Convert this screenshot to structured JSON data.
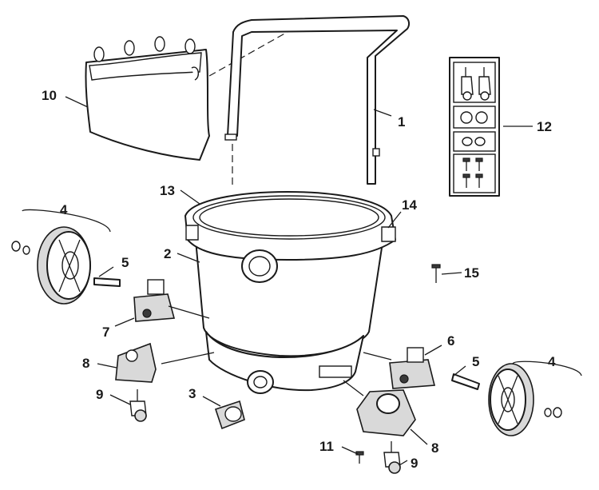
{
  "diagram": {
    "callouts": [
      {
        "id": "c1",
        "label": "1"
      },
      {
        "id": "c2",
        "label": "2"
      },
      {
        "id": "c3",
        "label": "3"
      },
      {
        "id": "c4a",
        "label": "4"
      },
      {
        "id": "c4b",
        "label": "4"
      },
      {
        "id": "c5a",
        "label": "5"
      },
      {
        "id": "c5b",
        "label": "5"
      },
      {
        "id": "c6",
        "label": "6"
      },
      {
        "id": "c7",
        "label": "7"
      },
      {
        "id": "c8a",
        "label": "8"
      },
      {
        "id": "c8b",
        "label": "8"
      },
      {
        "id": "c9a",
        "label": "9"
      },
      {
        "id": "c9b",
        "label": "9"
      },
      {
        "id": "c10",
        "label": "10"
      },
      {
        "id": "c11",
        "label": "11"
      },
      {
        "id": "c12",
        "label": "12"
      },
      {
        "id": "c13",
        "label": "13"
      },
      {
        "id": "c14",
        "label": "14"
      },
      {
        "id": "c15",
        "label": "15"
      }
    ]
  }
}
